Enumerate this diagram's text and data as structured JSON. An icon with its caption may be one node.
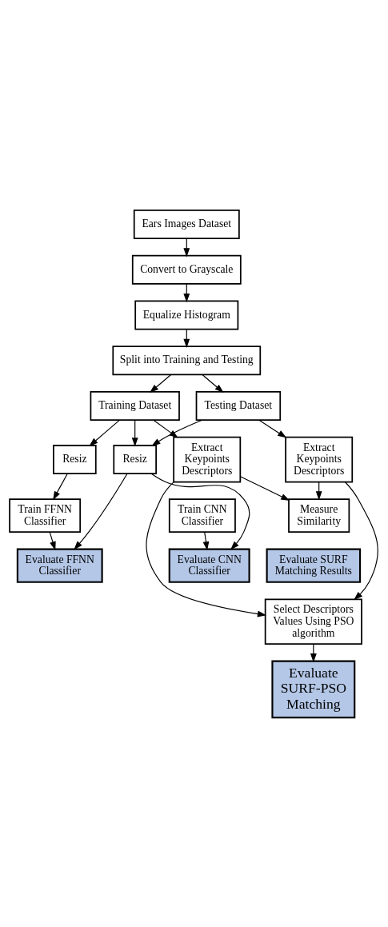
{
  "diagram": {
    "nodes": [
      {
        "text": [
          "Ears Images Dataset"
        ]
      },
      {
        "text": [
          "Convert to Grayscale"
        ]
      },
      {
        "text": [
          "Equalize Histogram"
        ]
      },
      {
        "text": [
          "Split into Training and Testing"
        ]
      },
      {
        "text": [
          "Testing Dataset"
        ]
      },
      {
        "text": [
          "Training Dataset"
        ]
      },
      {
        "text": [
          "Resiz"
        ]
      },
      {
        "text": [
          "Resiz"
        ]
      },
      {
        "text": [
          "Train CNN Classifier"
        ]
      },
      {
        "text": [
          "Train FFNN Classifier"
        ]
      },
      {
        "text": [
          "Evaluate CNN Classifier"
        ]
      },
      {
        "text": [
          "Evaluate FFNN Classifier"
        ]
      },
      {
        "text": [
          "Extract Keypoints Descriptors"
        ]
      },
      {
        "text": [
          "Extract Keypoints Descriptors"
        ]
      },
      {
        "text": [
          "Measure Similarity"
        ]
      },
      {
        "text": [
          "Evaluate SURF Matching Results"
        ]
      },
      {
        "text": [
          "Select Descriptors Values Using PSO algorithm"
        ]
      },
      {
        "text": [
          "Evaluate SURF-PSO Matching"
        ]
      }
    ],
    "edges": [
      {
        "from": 0,
        "to": 1,
        "arrow": "to"
      },
      {
        "from": 1,
        "to": 2,
        "arrow": "to"
      },
      {
        "from": 2,
        "to": 3,
        "arrow": "to"
      },
      {
        "from": 3,
        "to": 4,
        "arrow": "to"
      },
      {
        "from": 3,
        "to": 5,
        "arrow": "to"
      },
      {
        "from": 4,
        "to": 6,
        "arrow": "to"
      },
      {
        "from": 5,
        "to": 6,
        "arrow": "to"
      },
      {
        "from": 5,
        "to": 7,
        "arrow": "to"
      },
      {
        "from": 7,
        "to": 9,
        "arrow": "to"
      },
      {
        "from": 8,
        "to": 10,
        "arrow": "to"
      },
      {
        "from": 6,
        "to": 10,
        "arrow": "to"
      },
      {
        "from": 9,
        "to": 11,
        "arrow": "to"
      },
      {
        "from": 6,
        "to": 11,
        "arrow": "to"
      },
      {
        "from": 4,
        "to": 12,
        "arrow": "to"
      },
      {
        "from": 5,
        "to": 13,
        "arrow": "to"
      },
      {
        "from": 12,
        "to": 14,
        "arrow": "to"
      },
      {
        "from": 13,
        "to": 14,
        "arrow": "to"
      },
      {
        "from": 12,
        "to": 16,
        "arrow": "to"
      },
      {
        "from": 13,
        "to": 16,
        "arrow": "to"
      },
      {
        "from": 16,
        "to": 17,
        "arrow": "to"
      }
    ]
  }
}
